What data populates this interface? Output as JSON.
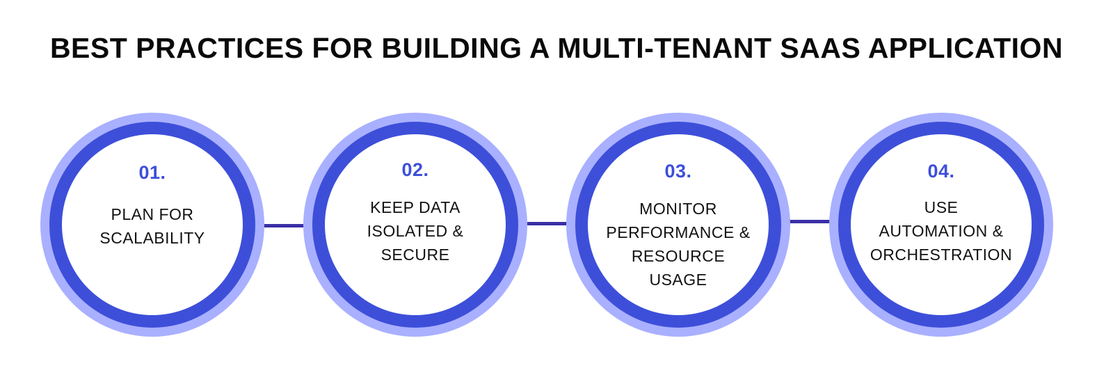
{
  "title": "BEST PRACTICES FOR BUILDING A MULTI-TENANT SAAS APPLICATION",
  "colors": {
    "outer_ring": "#a9b0ff",
    "inner_ring": "#3d4fd9",
    "connector": "#3a2fa6",
    "number_text": "#3d4fd9"
  },
  "steps": [
    {
      "number": "01.",
      "lines": [
        "PLAN FOR",
        "SCALABILITY"
      ]
    },
    {
      "number": "02.",
      "lines": [
        "KEEP DATA",
        "ISOLATED &",
        "SECURE"
      ]
    },
    {
      "number": "03.",
      "lines": [
        "MONITOR",
        "PERFORMANCE &",
        "RESOURCE",
        "USAGE"
      ]
    },
    {
      "number": "04.",
      "lines": [
        "USE",
        "AUTOMATION &",
        "ORCHESTRATION"
      ]
    }
  ]
}
